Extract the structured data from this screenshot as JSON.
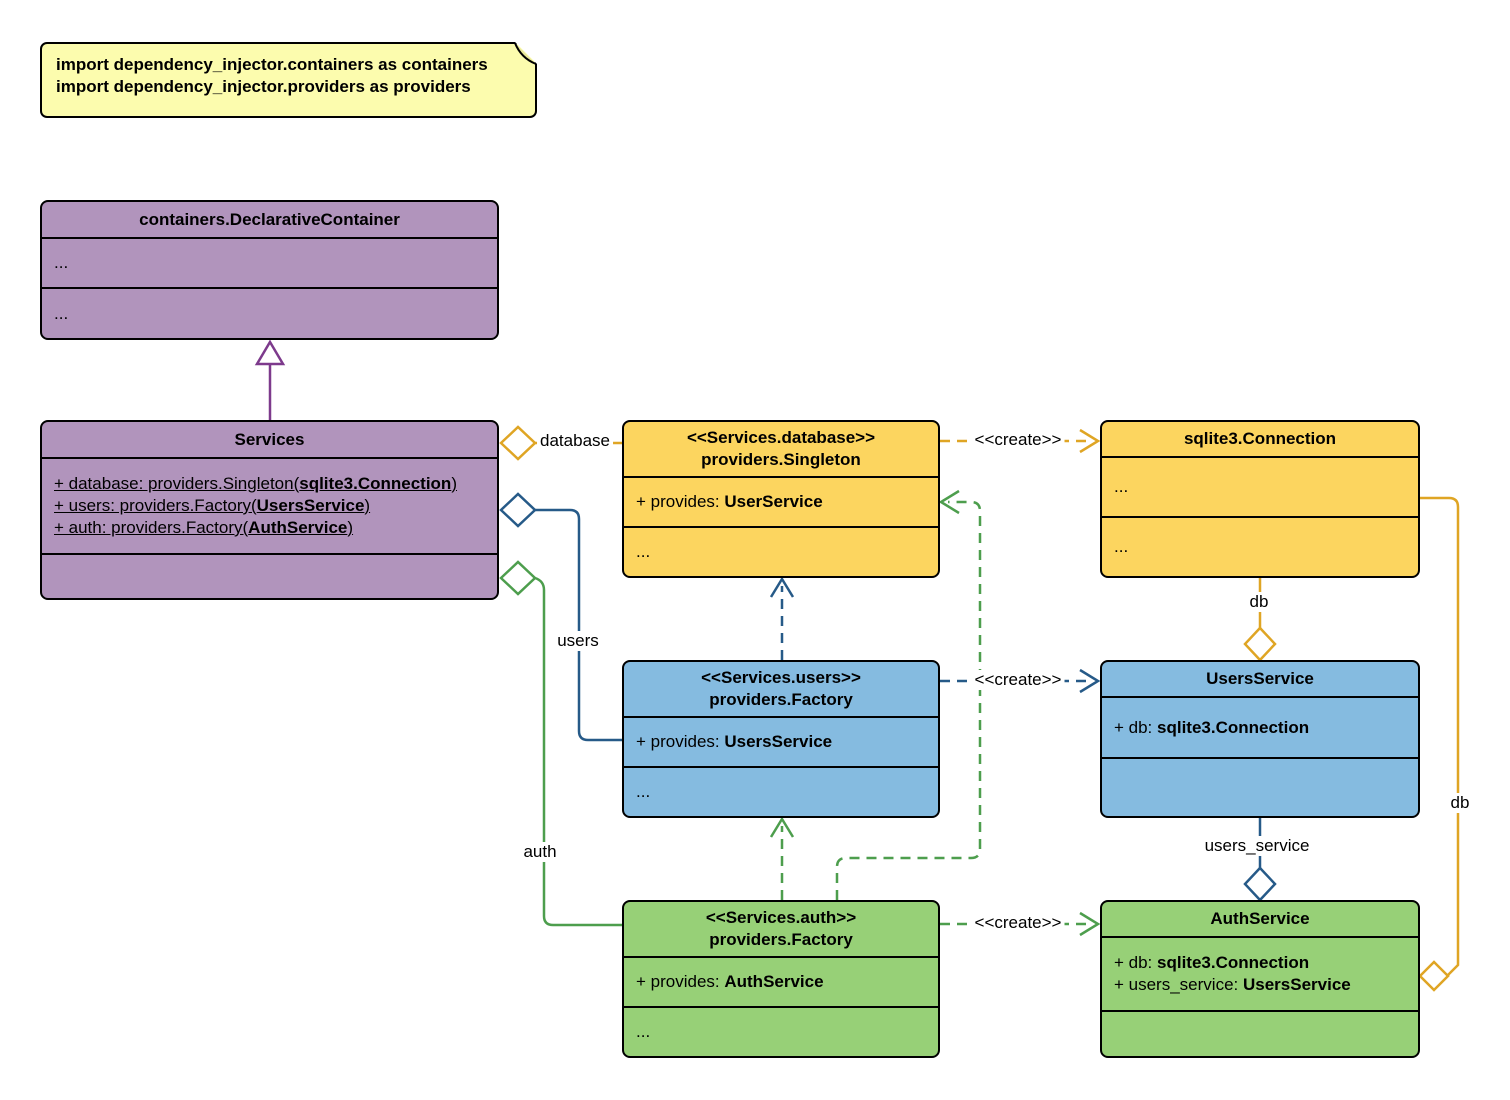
{
  "palette": {
    "purple_fill": "#B194BC",
    "purple_line": "#7D3A8C",
    "yellow_fill": "#FCD55F",
    "yellow_line": "#DFA524",
    "blue_fill": "#85BBE0",
    "blue_line": "#265A88",
    "green_fill": "#97D077",
    "green_line": "#4D9E4D",
    "note_fill": "#FCFCAE"
  },
  "note": {
    "lines": [
      "import dependency_injector.containers as containers",
      "import dependency_injector.providers as providers"
    ]
  },
  "classes": {
    "declarative_container": {
      "title": "containers.DeclarativeContainer",
      "row1": "...",
      "row2": "..."
    },
    "services": {
      "title": "Services",
      "attr1": {
        "prefix": "+ database: providers.Singleton(",
        "type": "sqlite3.Connection",
        "suffix": ")"
      },
      "attr2": {
        "prefix": "+ users: providers.Factory(",
        "type": "UsersService",
        "suffix": ")"
      },
      "attr3": {
        "prefix": "+ auth: providers.Factory(",
        "type": "AuthService",
        "suffix": ")"
      }
    },
    "database_singleton": {
      "stereotype": "<<Services.database>>",
      "title": "providers.Singleton",
      "attr": {
        "prefix": "+ provides: ",
        "type": "UserService"
      },
      "row": "..."
    },
    "sqlite_connection": {
      "title": "sqlite3.Connection",
      "row1": "...",
      "row2": "..."
    },
    "users_factory": {
      "stereotype": "<<Services.users>>",
      "title": "providers.Factory",
      "attr": {
        "prefix": "+ provides: ",
        "type": "UsersService"
      },
      "row": "..."
    },
    "users_service": {
      "title": "UsersService",
      "attr": {
        "prefix": "+ db: ",
        "type": "sqlite3.Connection"
      }
    },
    "auth_factory": {
      "stereotype": "<<Services.auth>>",
      "title": "providers.Factory",
      "attr": {
        "prefix": "+ provides: ",
        "type": "AuthService"
      },
      "row": "..."
    },
    "auth_service": {
      "title": "AuthService",
      "attr1": {
        "prefix": "+ db: ",
        "type": "sqlite3.Connection"
      },
      "attr2": {
        "prefix": "+ users_service: ",
        "type": "UsersService"
      }
    }
  },
  "edges": {
    "database": "database",
    "users": "users",
    "auth": "auth",
    "create_db": "<<create>>",
    "create_users": "<<create>>",
    "create_auth": "<<create>>",
    "db_users": "db",
    "users_service": "users_service",
    "db_auth": "db"
  }
}
